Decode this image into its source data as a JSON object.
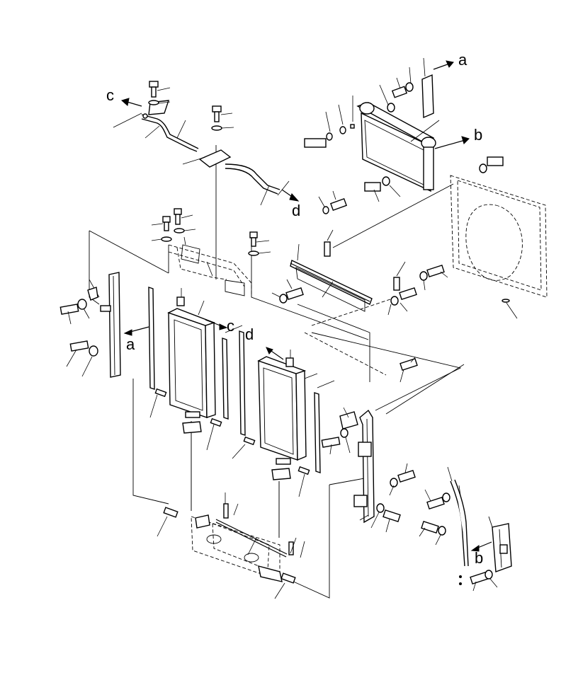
{
  "diagram": {
    "ref_labels": {
      "a_top": "a",
      "b_top": "b",
      "c_top": "c",
      "d_top": "d",
      "a_mid": "a",
      "c_mid": "c",
      "d_mid": "d",
      "b_bottom": "b"
    }
  }
}
